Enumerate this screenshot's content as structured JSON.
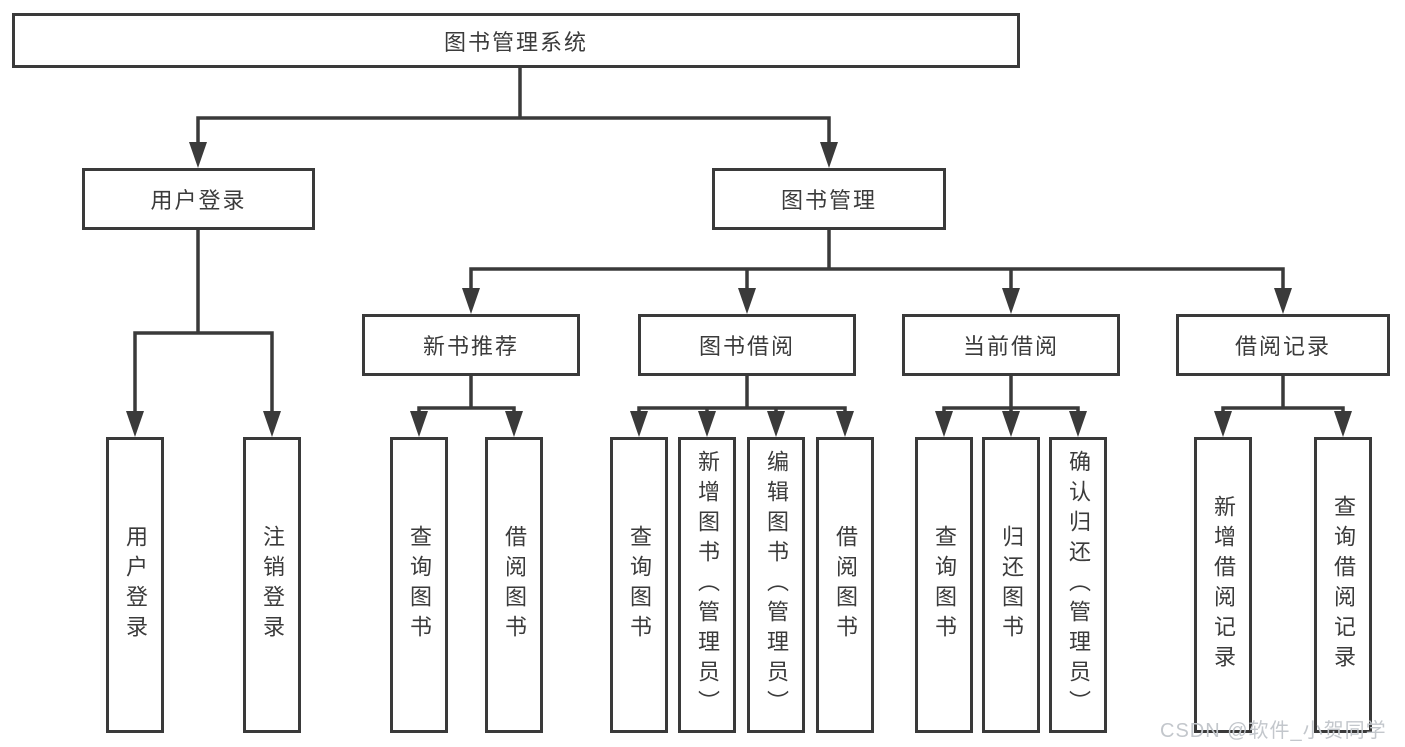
{
  "colors": {
    "line": "#3a3a3a",
    "box_background": "#ffffff",
    "text": "#3b3b3b",
    "watermark": "#c3c7cc"
  },
  "root": {
    "label": "图书管理系统"
  },
  "level2": {
    "user_login": {
      "label": "用户登录",
      "children": [
        "用户登录",
        "注销登录"
      ]
    },
    "book_management": {
      "label": "图书管理"
    }
  },
  "modules": [
    {
      "label": "新书推荐",
      "children": [
        "查询图书",
        "借阅图书"
      ]
    },
    {
      "label": "图书借阅",
      "children": [
        "查询图书",
        "新增图书（管理员）",
        "编辑图书（管理员）",
        "借阅图书"
      ]
    },
    {
      "label": "当前借阅",
      "children": [
        "查询图书",
        "归还图书",
        "确认归还（管理员）"
      ]
    },
    {
      "label": "借阅记录",
      "children": [
        "新增借阅记录",
        "查询借阅记录"
      ]
    }
  ],
  "watermark": "CSDN @软件_小贺同学"
}
